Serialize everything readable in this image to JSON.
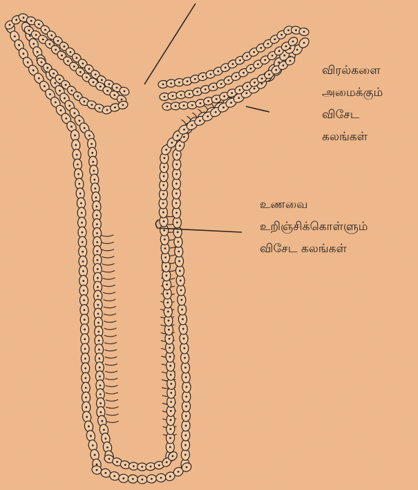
{
  "labels": {
    "fingers": [
      "விரல்களை",
      "அமைக்கும்",
      "விசேட",
      "கலங்கள்"
    ],
    "food": [
      "உணவை",
      "உறிஞ்சிக்கொள்ளும்",
      "விசேட கலங்கள்"
    ]
  },
  "colors": {
    "paper": "#efb98c",
    "ink": "#2a2320",
    "cell_fill": "#f2cba6"
  }
}
